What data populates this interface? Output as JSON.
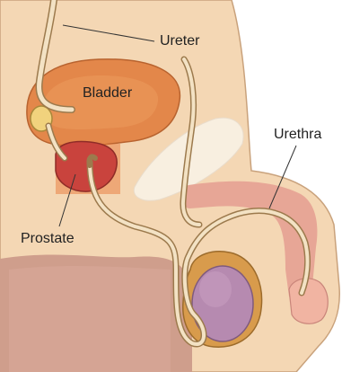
{
  "labels": {
    "ureter": "Ureter",
    "bladder": "Bladder",
    "urethra": "Urethra",
    "prostate": "Prostate"
  },
  "colors": {
    "skin": "#f4d7b4",
    "skin_outline": "#c9a27c",
    "bladder": "#e3874a",
    "prostate": "#c9433d",
    "highlight_box": "#e8793a",
    "urethra_tube": "#f3e2c4",
    "penile_tissue": "#e7a696",
    "testis": "#b68ab0",
    "epididymis": "#d89b4c",
    "thigh_shadow": "#cf9e8c",
    "leader_line": "#333333"
  }
}
